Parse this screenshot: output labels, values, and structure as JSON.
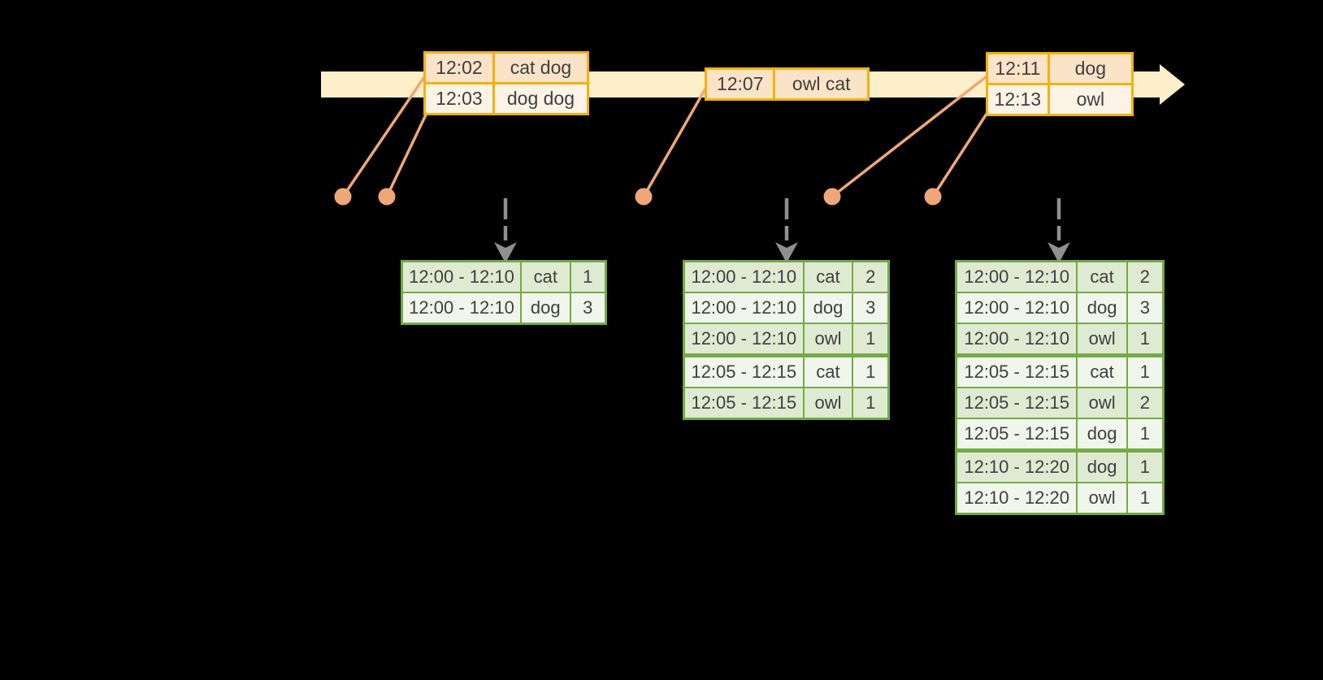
{
  "colors": {
    "background": "#000000",
    "timeline_band": "#fcefca",
    "event_border": "#f2b112",
    "event_row_dark": "#fae3c6",
    "event_row_light": "#fdf4e7",
    "connector": "#efa778",
    "trigger_arrow": "#8f8f8f",
    "result_border": "#73aa45",
    "result_row_dark": "#dfead3",
    "result_row_light": "#f1f6ec",
    "text": "#3f3f3f"
  },
  "timeline": {
    "event_tables": [
      {
        "rows": [
          {
            "time": "12:02",
            "words": "cat dog"
          },
          {
            "time": "12:03",
            "words": "dog dog"
          }
        ]
      },
      {
        "rows": [
          {
            "time": "12:07",
            "words": "owl cat"
          }
        ]
      },
      {
        "rows": [
          {
            "time": "12:11",
            "words": "dog"
          },
          {
            "time": "12:13",
            "words": "owl"
          }
        ]
      }
    ]
  },
  "result_tables": [
    {
      "rows": [
        {
          "window": "12:00 - 12:10",
          "word": "cat",
          "count": "1"
        },
        {
          "window": "12:00 - 12:10",
          "word": "dog",
          "count": "3"
        }
      ]
    },
    {
      "rows": [
        {
          "window": "12:00 - 12:10",
          "word": "cat",
          "count": "2"
        },
        {
          "window": "12:00 - 12:10",
          "word": "dog",
          "count": "3"
        },
        {
          "window": "12:00 - 12:10",
          "word": "owl",
          "count": "1"
        },
        {
          "window": "12:05 - 12:15",
          "word": "cat",
          "count": "1"
        },
        {
          "window": "12:05 - 12:15",
          "word": "owl",
          "count": "1"
        }
      ]
    },
    {
      "rows": [
        {
          "window": "12:00 - 12:10",
          "word": "cat",
          "count": "2"
        },
        {
          "window": "12:00 - 12:10",
          "word": "dog",
          "count": "3"
        },
        {
          "window": "12:00 - 12:10",
          "word": "owl",
          "count": "1"
        },
        {
          "window": "12:05 - 12:15",
          "word": "cat",
          "count": "1"
        },
        {
          "window": "12:05 - 12:15",
          "word": "owl",
          "count": "2"
        },
        {
          "window": "12:05 - 12:15",
          "word": "dog",
          "count": "1"
        },
        {
          "window": "12:10 - 12:20",
          "word": "dog",
          "count": "1"
        },
        {
          "window": "12:10 - 12:20",
          "word": "owl",
          "count": "1"
        }
      ]
    }
  ]
}
